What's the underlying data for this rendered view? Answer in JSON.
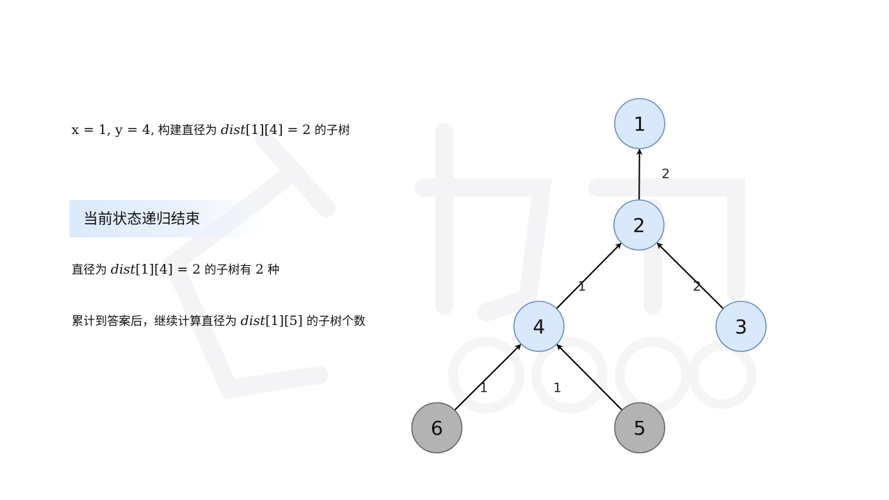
{
  "text": {
    "line1": {
      "math_a": "x = 1, y = 4",
      "cjk_a": ", 构建直径为 ",
      "math_b_fn": "dist",
      "math_b_rest": "[1][4] = 2",
      "cjk_b": " 的子树"
    },
    "banner": "当前状态递归结束",
    "line2": {
      "cjk_a": "直径为 ",
      "math_fn": "dist",
      "math_rest": "[1][4] = 2",
      "cjk_b": " 的子树有 ",
      "math_count": "2",
      "cjk_c": " 种"
    },
    "line3": {
      "cjk_a": "累计到答案后，继续计算直径为 ",
      "math_fn": "dist",
      "math_rest": "[1][5]",
      "cjk_b": " 的子树个数"
    }
  },
  "tree": {
    "colors": {
      "active_fill": "#dae8fc",
      "active_stroke": "#6c8ebf",
      "inactive_fill": "#b3b3b3",
      "inactive_stroke": "#666666",
      "edge": "#000000"
    },
    "nodes": [
      {
        "id": "1",
        "label": "1",
        "state": "active"
      },
      {
        "id": "2",
        "label": "2",
        "state": "active"
      },
      {
        "id": "4",
        "label": "4",
        "state": "active"
      },
      {
        "id": "3",
        "label": "3",
        "state": "active"
      },
      {
        "id": "6",
        "label": "6",
        "state": "inactive"
      },
      {
        "id": "5",
        "label": "5",
        "state": "inactive"
      }
    ],
    "edges": [
      {
        "from": "2",
        "to": "1",
        "label": "2"
      },
      {
        "from": "4",
        "to": "2",
        "label": "1"
      },
      {
        "from": "3",
        "to": "2",
        "label": "2"
      },
      {
        "from": "6",
        "to": "4",
        "label": "1"
      },
      {
        "from": "5",
        "to": "4",
        "label": "1"
      }
    ]
  }
}
